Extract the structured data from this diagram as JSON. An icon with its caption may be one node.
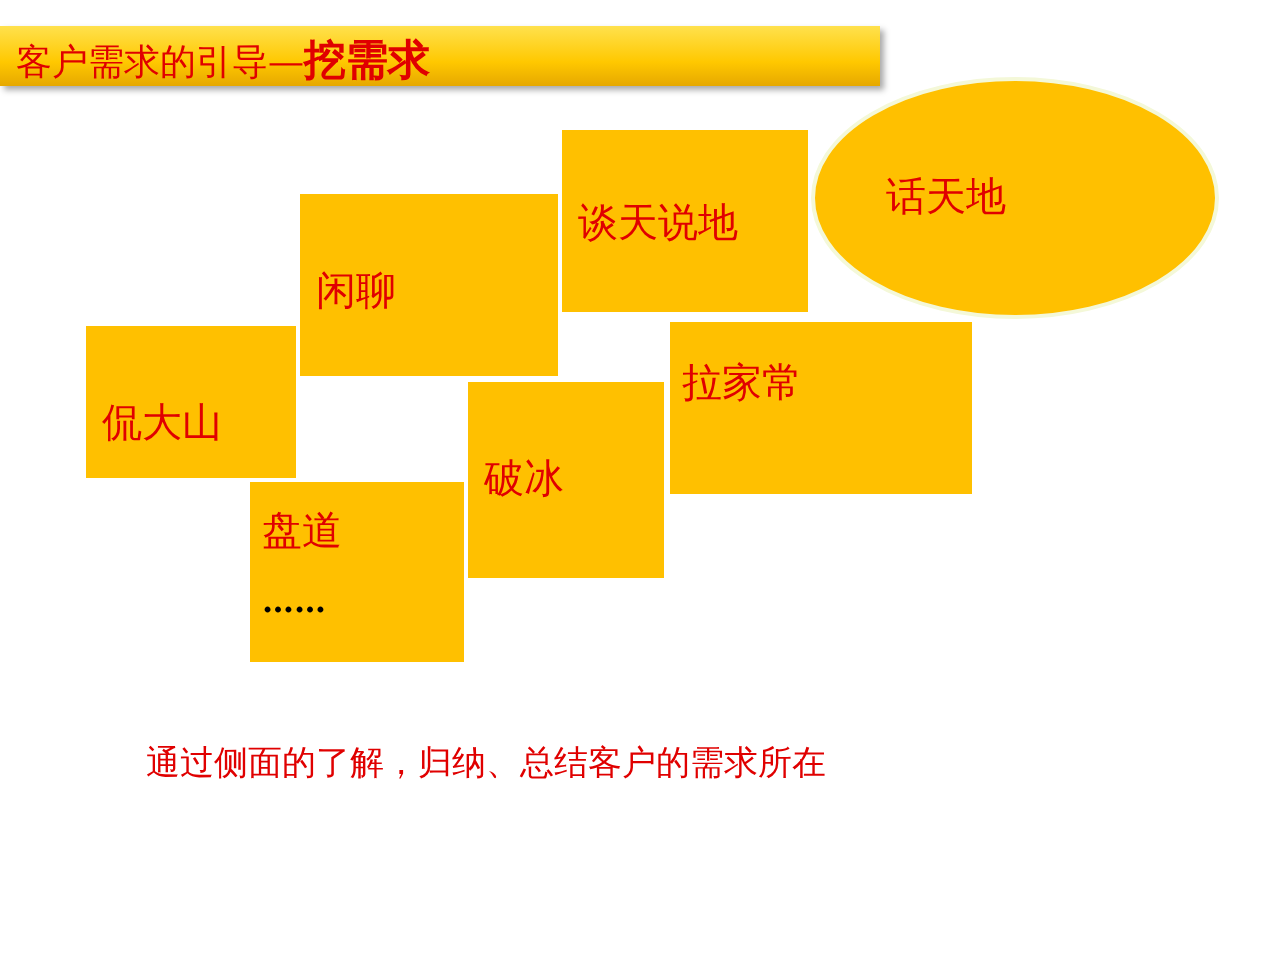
{
  "diagram": {
    "title": "客户需求的引导—**挖需求**",
    "nodes": [
      {
        "text": [
          "侃大山"
        ]
      },
      {
        "text": [
          "闲聊"
        ]
      },
      {
        "text": [
          "谈天说地"
        ]
      },
      {
        "text": [
          "话天地"
        ]
      },
      {
        "text": [
          "拉家常"
        ]
      },
      {
        "text": [
          "破冰"
        ]
      },
      {
        "text": [
          "盘道",
          "……"
        ]
      }
    ],
    "labels": [
      "通过侧面的了解，归纳、总结客户的需求所在"
    ]
  }
}
